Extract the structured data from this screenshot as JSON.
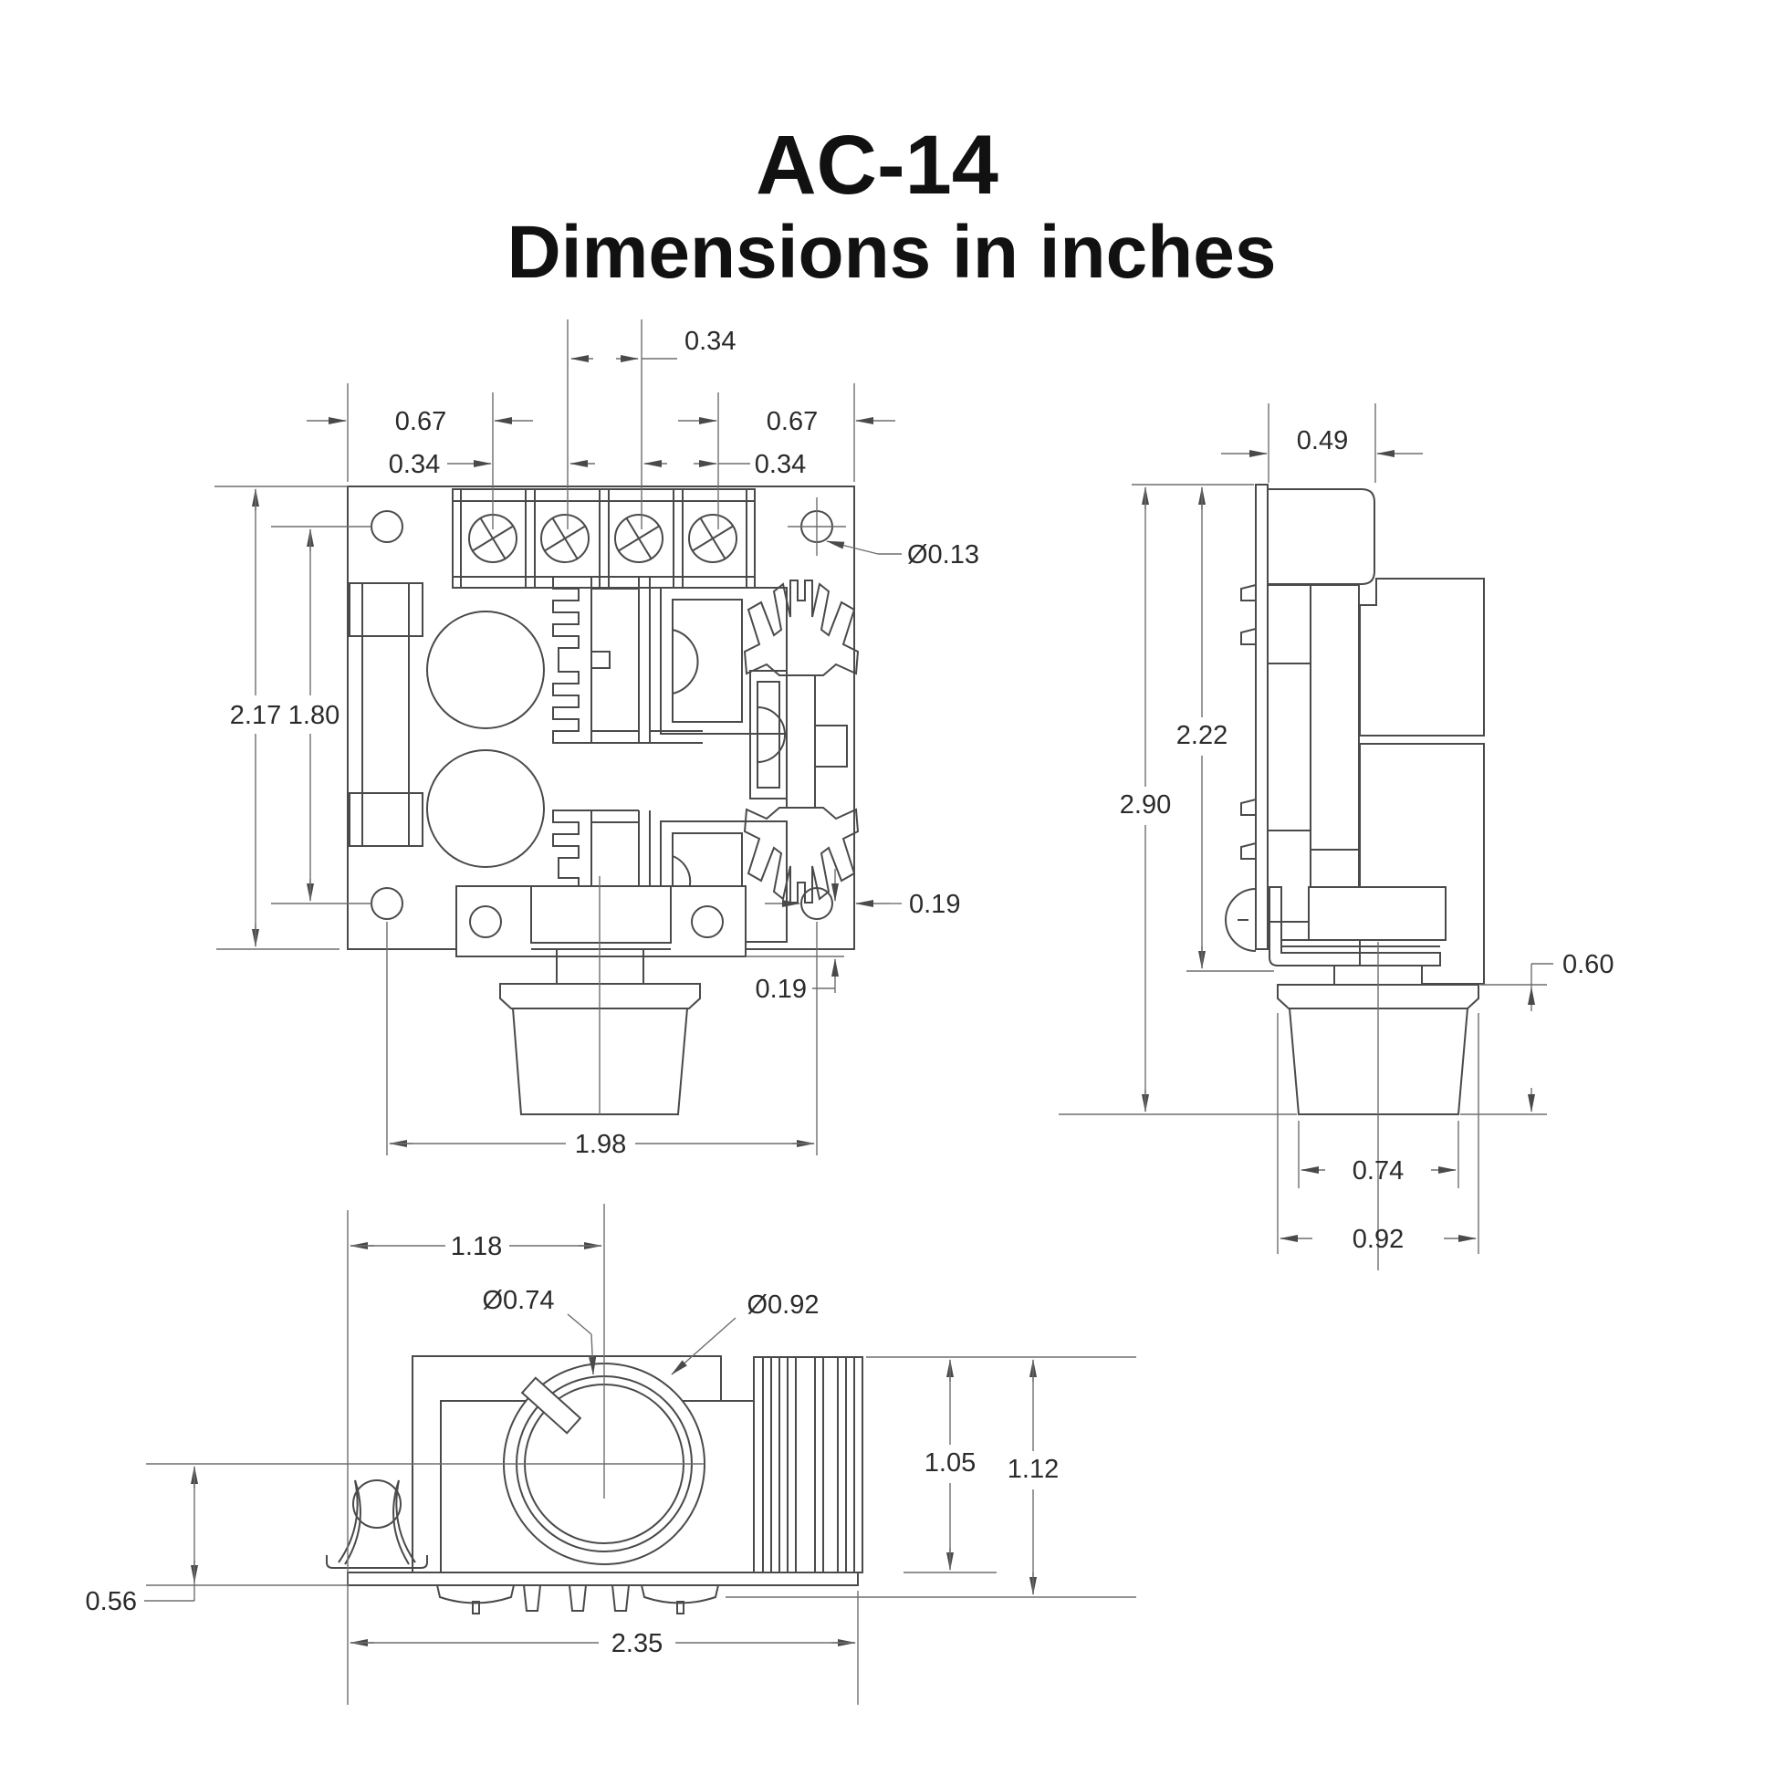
{
  "title": {
    "line1": "AC-14",
    "line2": "Dimensions in inches"
  },
  "drawing_type": "mechanical dimension drawing, three orthographic views",
  "colors": {
    "background": "#ffffff",
    "object_lines": "#4a4a4a",
    "dimension_lines": "#6e6e6e",
    "text": "#2b2b2b",
    "title_text": "#111111"
  },
  "dims": {
    "top": {
      "screw_pitch_center": "0.34",
      "edge_to_screw_left": "0.67",
      "edge_to_screw_right": "0.67",
      "screw_pitch_left": "0.34",
      "screw_pitch_right": "0.34",
      "hole_diameter": "Ø0.13",
      "board_height": "2.17",
      "hole_spacing_vertical": "1.80",
      "hole_to_edge_horizontal": "0.19",
      "hole_to_edge_vertical": "0.19",
      "hole_spacing_horizontal": "1.98"
    },
    "side": {
      "terminal_depth": "0.49",
      "board_to_bracket": "2.22",
      "overall_height": "2.90",
      "knob_height": "0.60",
      "knob_diameter_small": "0.74",
      "knob_diameter_large": "0.92"
    },
    "front": {
      "edge_to_knob_center": "1.18",
      "knob_inner_diameter": "Ø0.74",
      "knob_outer_diameter": "Ø0.92",
      "component_height": "1.05",
      "overall_board_height": "1.12",
      "knob_center_height": "0.56",
      "board_width": "2.35"
    }
  }
}
